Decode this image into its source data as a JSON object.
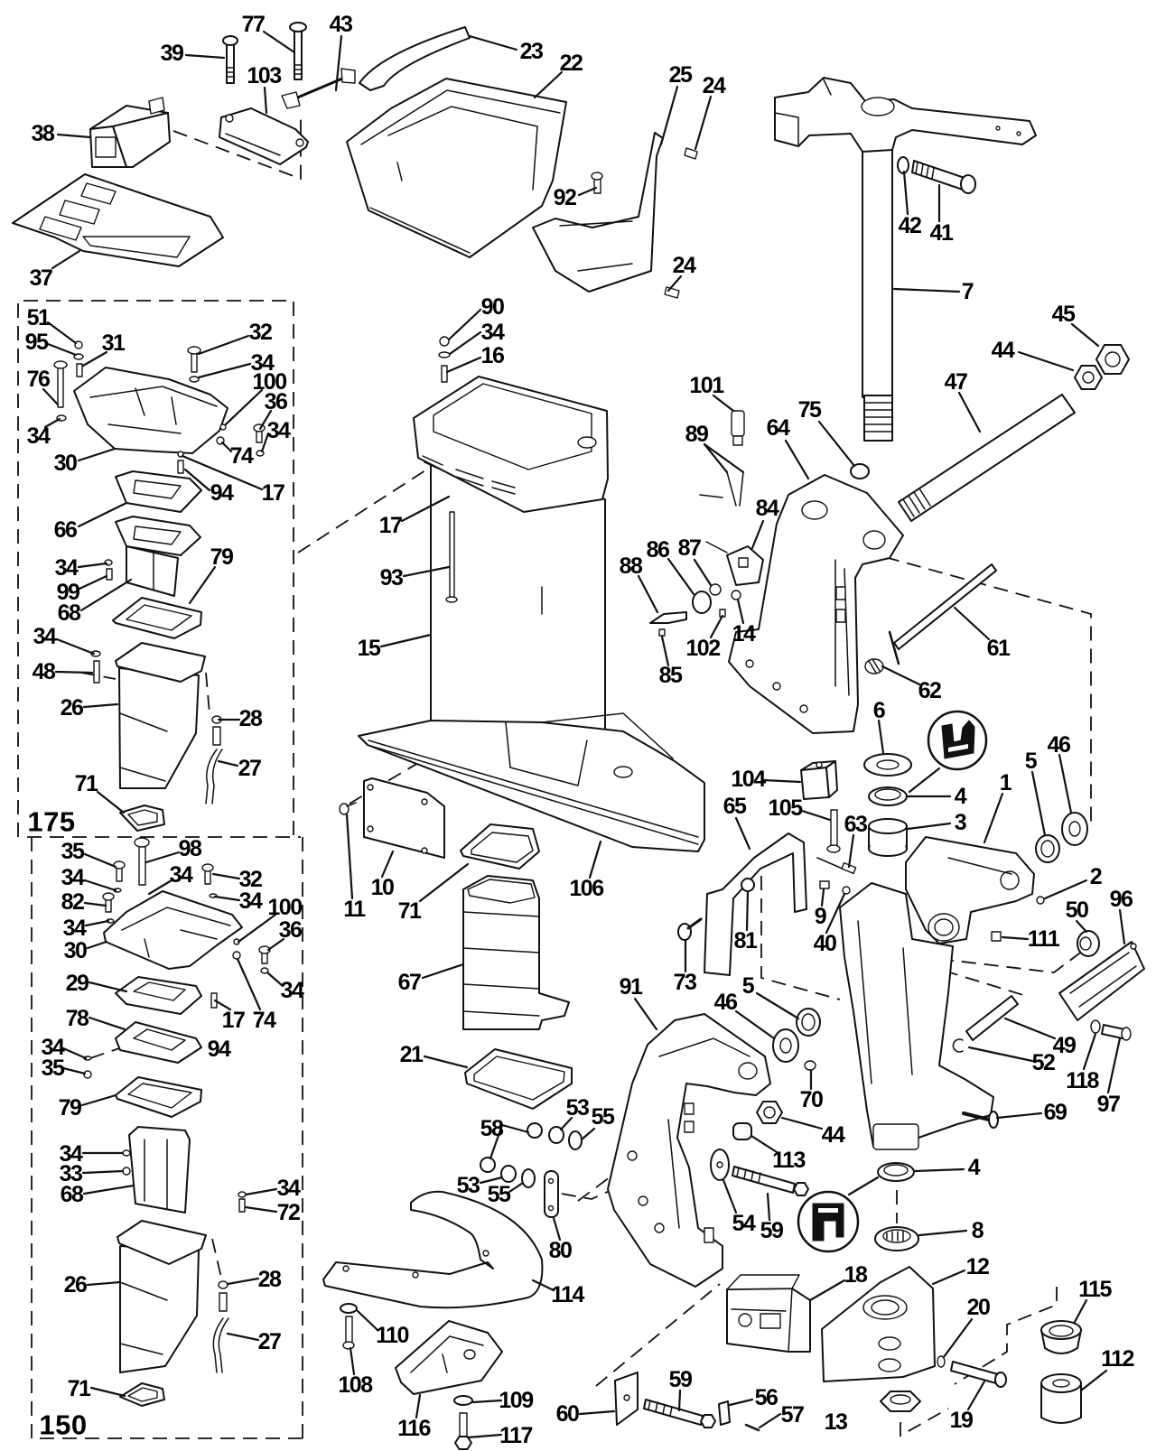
{
  "diagram": {
    "variant_labels": {
      "upper": "175",
      "lower": "150"
    },
    "callouts": [
      "39",
      "77",
      "43",
      "103",
      "38",
      "37",
      "23",
      "22",
      "25",
      "24",
      "92",
      "24",
      "42",
      "41",
      "7",
      "45",
      "44",
      "47",
      "51",
      "95",
      "31",
      "32",
      "34",
      "76",
      "100",
      "36",
      "34",
      "74",
      "34",
      "30",
      "94",
      "17",
      "66",
      "79",
      "34",
      "99",
      "68",
      "34",
      "48",
      "26",
      "28",
      "27",
      "71",
      "35",
      "98",
      "34",
      "34",
      "32",
      "82",
      "34",
      "100",
      "34",
      "36",
      "30",
      "29",
      "34",
      "78",
      "17",
      "74",
      "34",
      "94",
      "35",
      "79",
      "34",
      "33",
      "68",
      "34",
      "72",
      "28",
      "26",
      "27",
      "71",
      "90",
      "34",
      "16",
      "17",
      "93",
      "15",
      "101",
      "89",
      "75",
      "64",
      "84",
      "86",
      "87",
      "88",
      "14",
      "102",
      "85",
      "61",
      "62",
      "6",
      "46",
      "5",
      "1",
      "4",
      "104",
      "105",
      "65",
      "3",
      "63",
      "2",
      "96",
      "50",
      "111",
      "9",
      "40",
      "81",
      "11",
      "10",
      "71",
      "106",
      "73",
      "67",
      "91",
      "46",
      "5",
      "49",
      "52",
      "118",
      "97",
      "69",
      "21",
      "58",
      "53",
      "55",
      "53",
      "55",
      "70",
      "44",
      "113",
      "4",
      "54",
      "59",
      "8",
      "80",
      "114",
      "18",
      "12",
      "115",
      "20",
      "110",
      "112",
      "108",
      "59",
      "109",
      "56",
      "60",
      "57",
      "19",
      "13",
      "116",
      "117"
    ]
  }
}
